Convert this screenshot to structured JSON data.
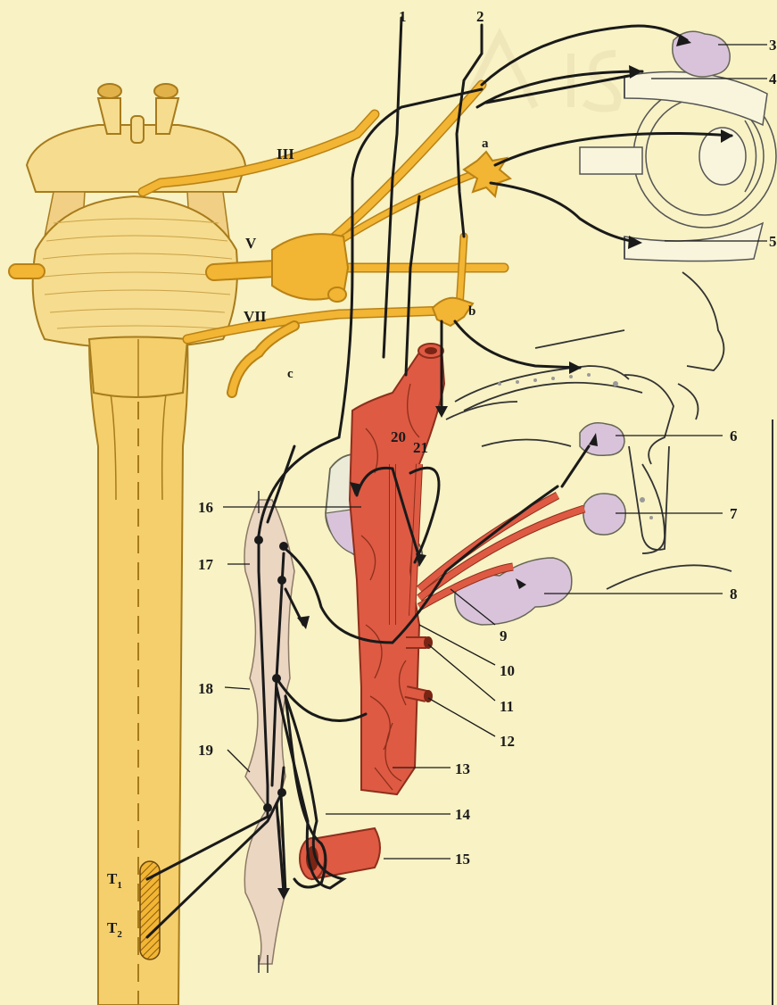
{
  "colors": {
    "background": "#f8f2c4",
    "nerve_yellow": "#f2b534",
    "nerve_outline": "#b98214",
    "brainstem_fill": "#f6dc8e",
    "cord_fill": "#f5cf6c",
    "artery_red": "#de5a43",
    "artery_dark": "#8d2f1c",
    "gland_lilac": "#d9c3da",
    "ganglion_chain": "#ebd6c2",
    "fiber_black": "#1a1a1a"
  },
  "diagram": {
    "cranial_nerves": [
      "III",
      "V",
      "VII"
    ],
    "ganglia_letters": [
      "a",
      "b",
      "c"
    ],
    "numbers": [
      "1",
      "2",
      "3",
      "4",
      "5",
      "6",
      "7",
      "8",
      "9",
      "10",
      "11",
      "12",
      "13",
      "14",
      "15",
      "16",
      "17",
      "18",
      "19",
      "20",
      "21"
    ],
    "spinal_segments": {
      "t1": {
        "base": "T",
        "sub": "1"
      },
      "t2": {
        "base": "T",
        "sub": "2"
      }
    }
  }
}
